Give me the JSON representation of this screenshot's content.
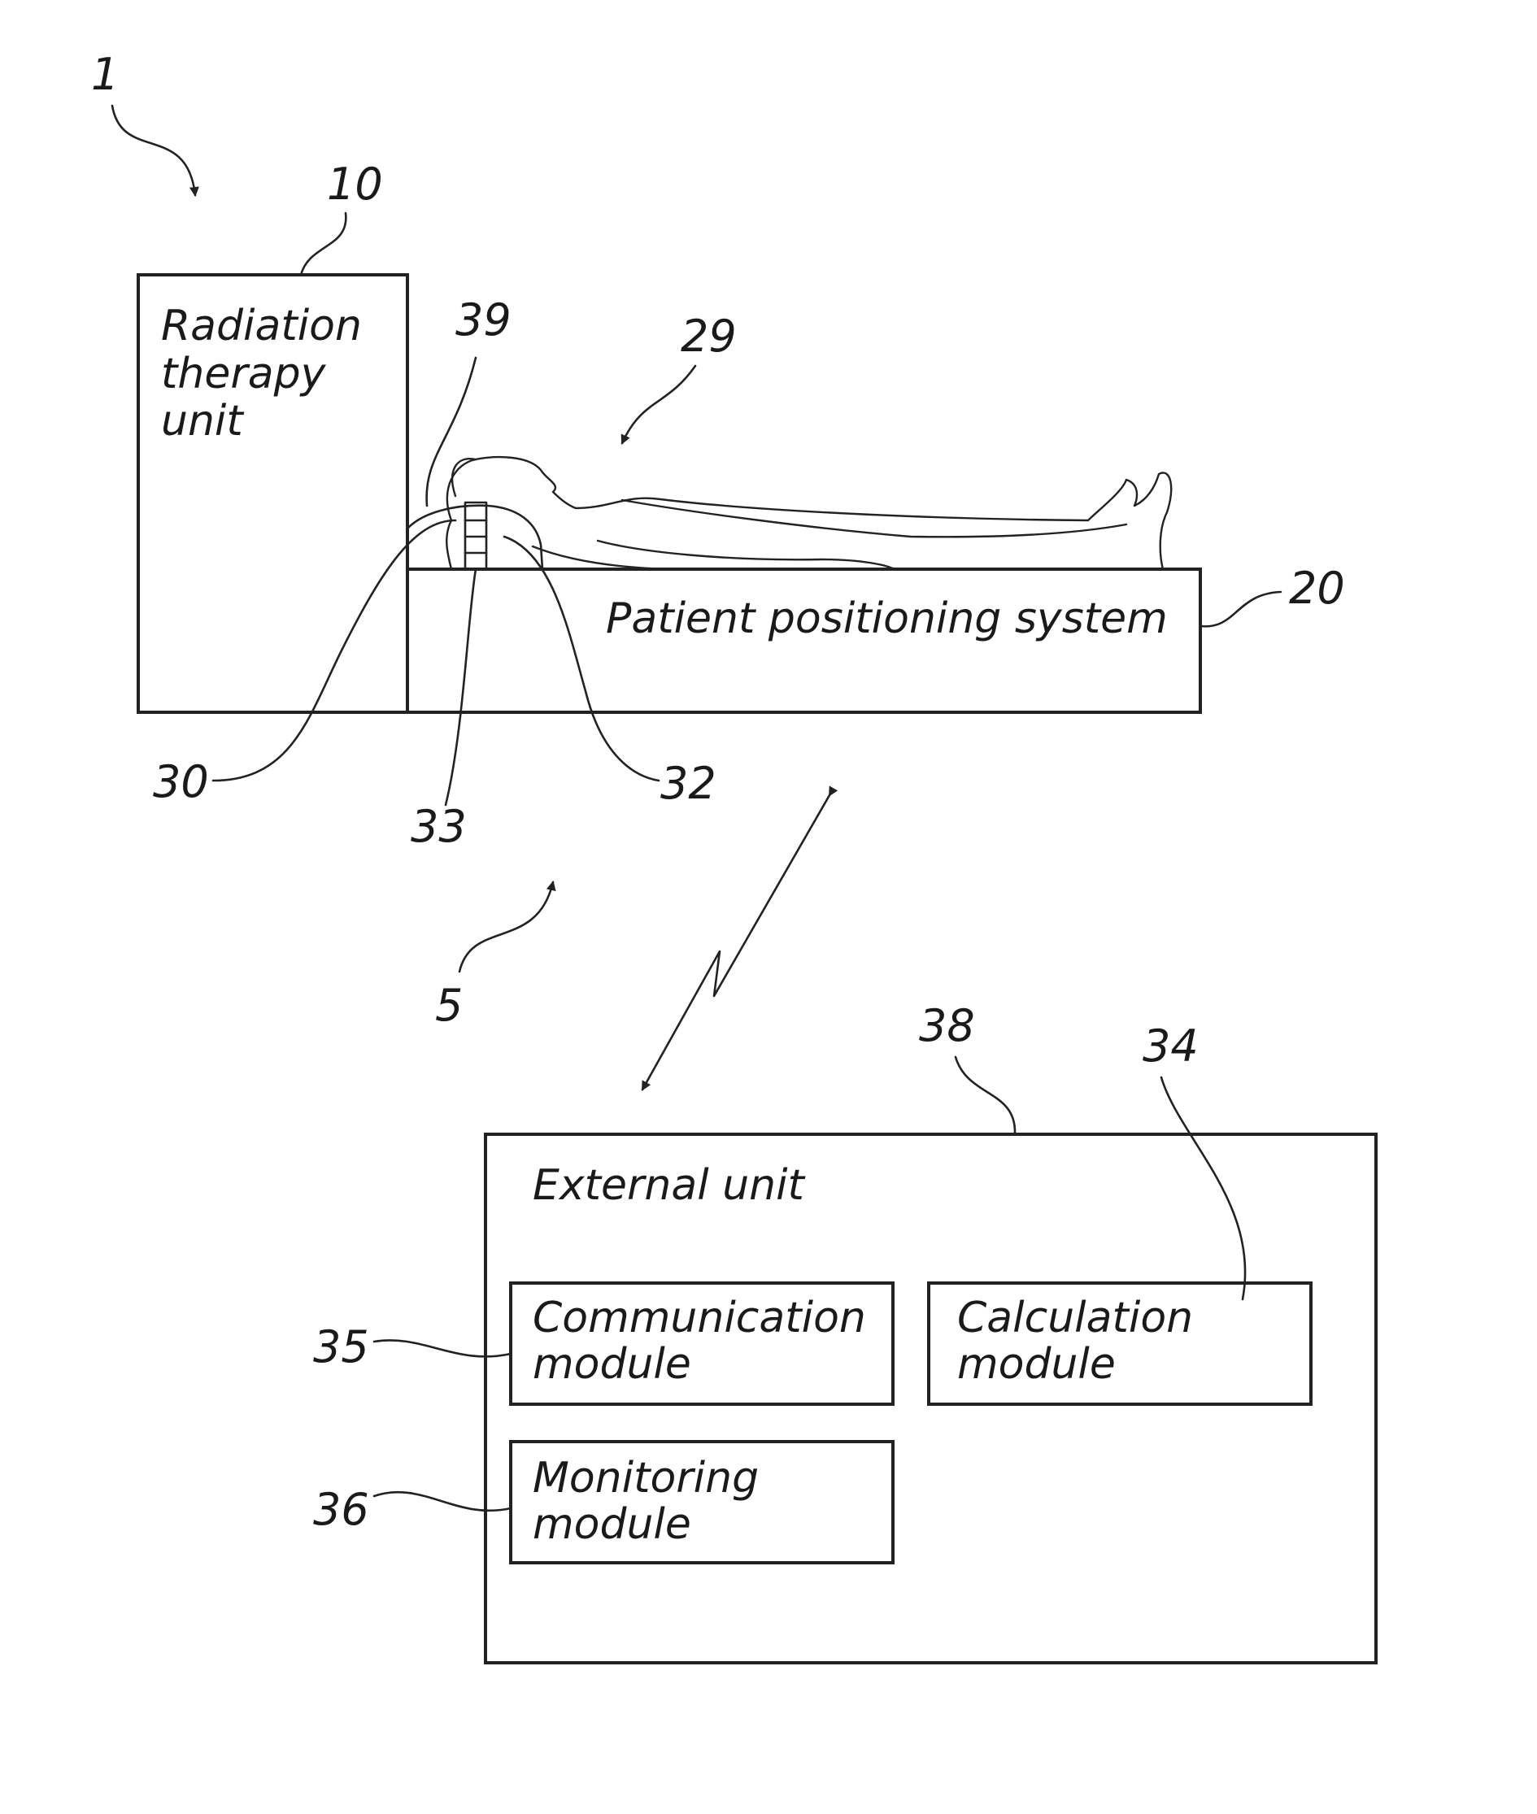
{
  "figure_number": "1",
  "radiation_unit": {
    "ref": "10",
    "label_lines": [
      "Radiation",
      "therapy",
      "unit"
    ]
  },
  "patient_positioning": {
    "ref": "20",
    "label": "Patient positioning system"
  },
  "patient_ref": "29",
  "device_refs": {
    "thirty": "30",
    "thirtytwo": "32",
    "thirtythree": "33",
    "thirtynine": "39"
  },
  "system_ref": "5",
  "external_unit": {
    "ref": "38",
    "label": "External unit",
    "communication_module": {
      "ref": "35",
      "label_lines": [
        "Communication",
        "module"
      ]
    },
    "calculation_module": {
      "ref": "34",
      "label_lines": [
        "Calculation",
        "module"
      ]
    },
    "monitoring_module": {
      "ref": "36",
      "label_lines": [
        "Monitoring",
        "module"
      ]
    }
  }
}
